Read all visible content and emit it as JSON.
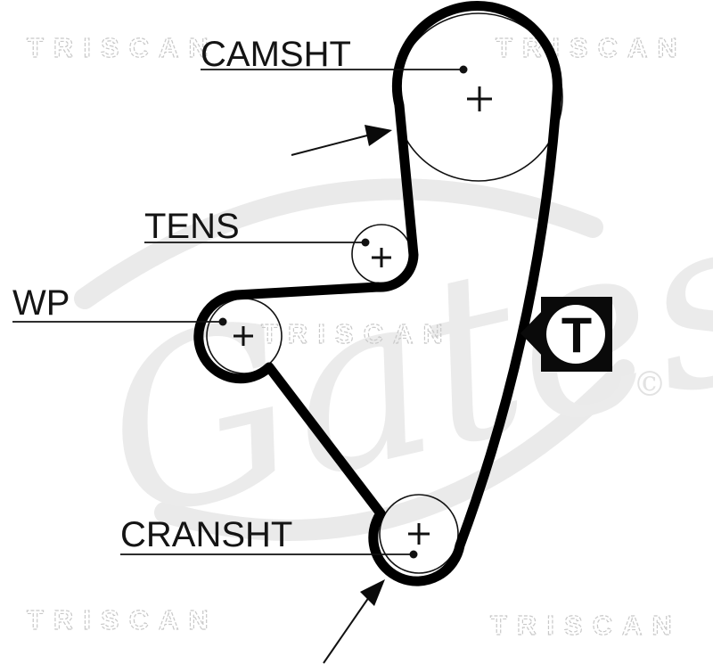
{
  "labels": {
    "camshaft": "CAMSHT",
    "tensioner": "TENS",
    "water_pump": "WP",
    "crankshaft": "CRANSHT"
  },
  "marker": {
    "t_label": "T"
  },
  "watermarks": {
    "brand": "TRISCAN",
    "gates": "Gates",
    "copyright": "©"
  },
  "colors": {
    "ink": "#000000",
    "marker_background": "#0a0a0a",
    "watermark_outline": "#c9c9c9",
    "watermark_fill": "#ebebeb",
    "background": "#ffffff"
  }
}
